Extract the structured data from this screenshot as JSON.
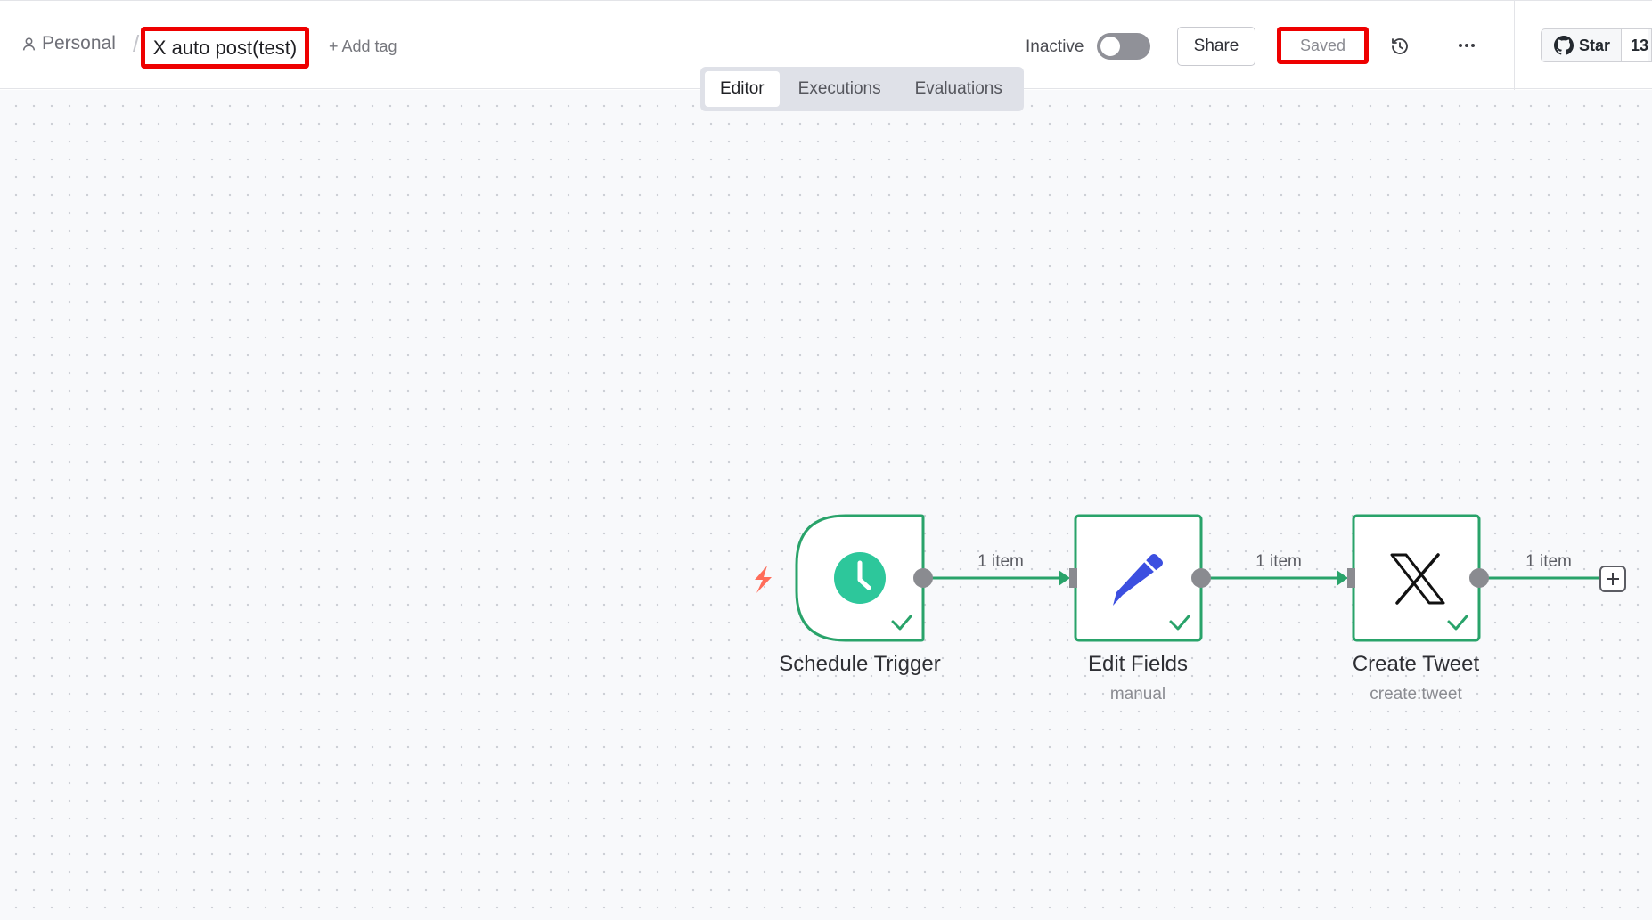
{
  "header": {
    "project": "Personal",
    "workflow_name": "X auto post(test)",
    "add_tag": "+ Add tag",
    "status_label": "Inactive",
    "share_label": "Share",
    "saved_label": "Saved",
    "github": {
      "star_label": "Star",
      "star_count": "13"
    }
  },
  "tabs": [
    {
      "label": "Editor",
      "active": true
    },
    {
      "label": "Executions",
      "active": false
    },
    {
      "label": "Evaluations",
      "active": false
    }
  ],
  "nodes": [
    {
      "title": "Schedule Trigger",
      "subtitle": "",
      "icon": "clock-icon",
      "status": "success"
    },
    {
      "title": "Edit Fields",
      "subtitle": "manual",
      "icon": "pencil-icon",
      "status": "success"
    },
    {
      "title": "Create Tweet",
      "subtitle": "create:tweet",
      "icon": "x-logo-icon",
      "status": "success"
    }
  ],
  "connections": [
    {
      "label": "1 item"
    },
    {
      "label": "1 item"
    },
    {
      "label": "1 item"
    }
  ],
  "colors": {
    "success": "#29a36a",
    "trigger_bolt": "#ff6d5a",
    "highlight": "#ee0000",
    "clock": "#2dc79b",
    "pencil": "#3c4fe0"
  }
}
